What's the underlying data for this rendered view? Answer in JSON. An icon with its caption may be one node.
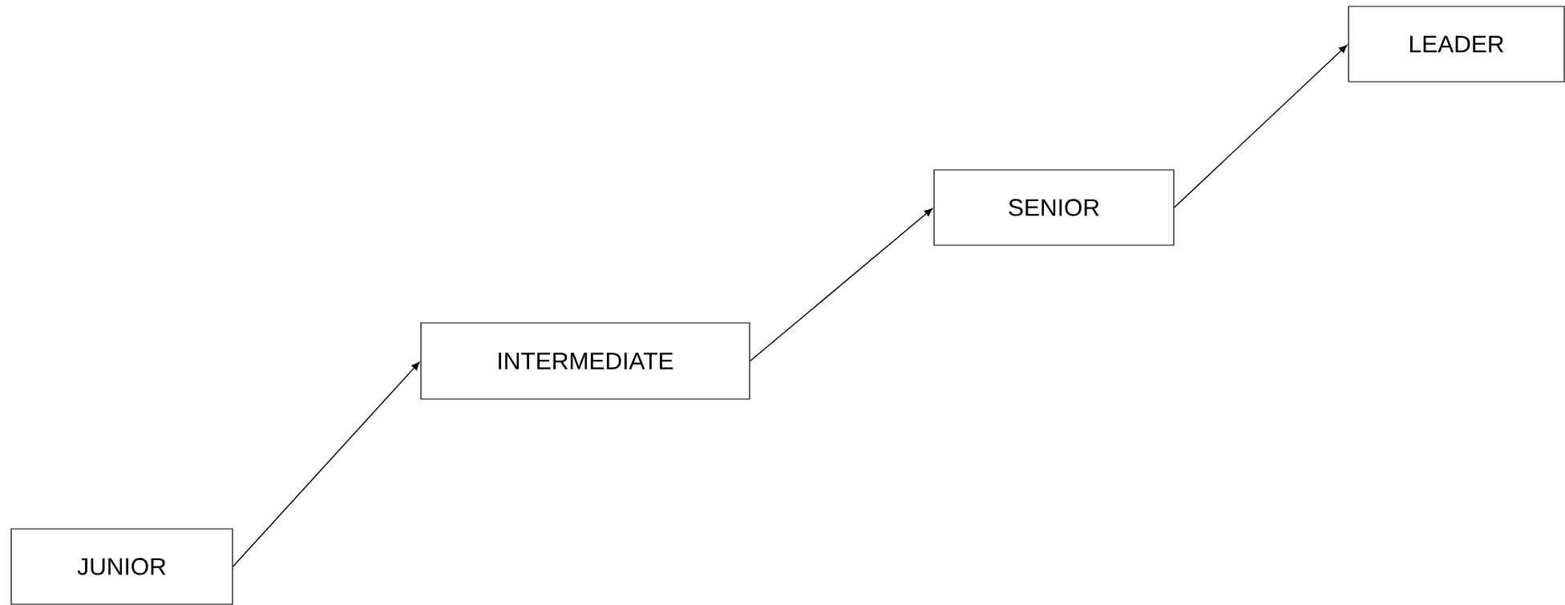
{
  "diagram": {
    "nodes": [
      {
        "text": [
          "JUNIOR"
        ]
      },
      {
        "text": [
          "INTERMEDIATE"
        ]
      },
      {
        "text": [
          "SENIOR"
        ]
      },
      {
        "text": [
          "LEADER"
        ]
      }
    ],
    "edges": [
      {
        "from": 0,
        "to": 1,
        "arrow": "to"
      },
      {
        "from": 1,
        "to": 2,
        "arrow": "to"
      },
      {
        "from": 2,
        "to": 3,
        "arrow": "to"
      }
    ]
  }
}
